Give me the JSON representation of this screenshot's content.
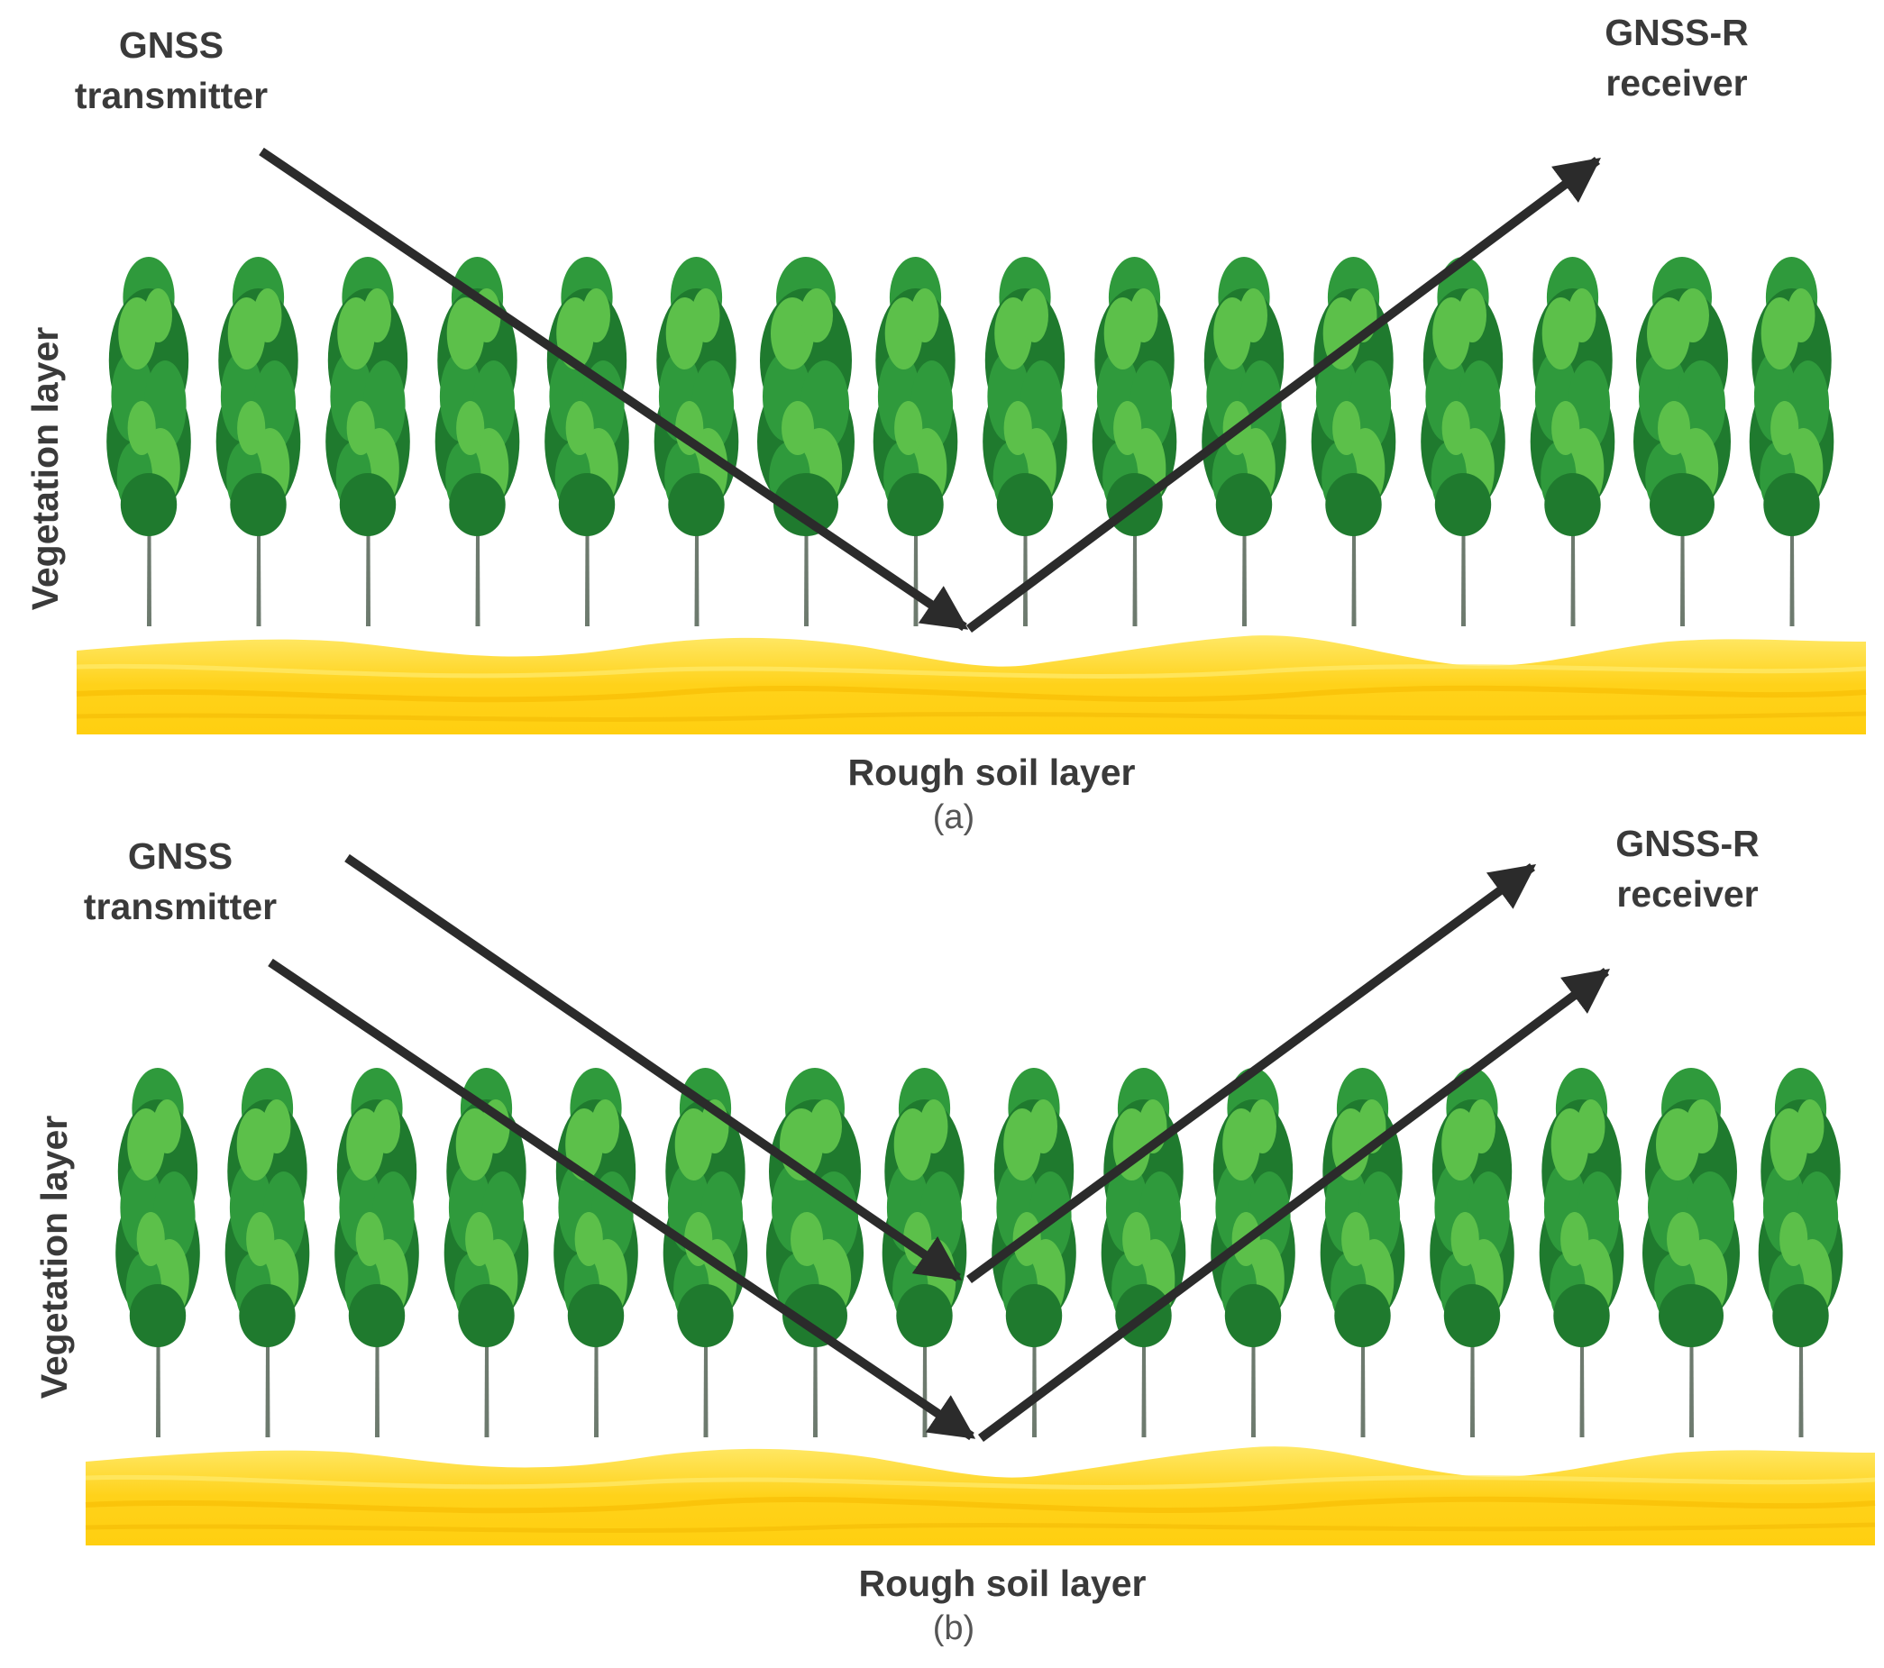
{
  "colors": {
    "foliage_dark": "#1f7a2e",
    "foliage_mid": "#2f9a3c",
    "foliage_light": "#5cc04a",
    "trunk": "#6d7a6e",
    "soil_base": "#ffd21a",
    "soil_light": "#ffe866",
    "soil_dark": "#f5b800",
    "arrow": "#2b2b2b",
    "text": "#3a3a3a"
  },
  "panel_a": {
    "transmitter_line1": "GNSS",
    "transmitter_line2": "transmitter",
    "receiver_line1": "GNSS-R",
    "receiver_line2": "receiver",
    "vegetation_label": "Vegetation layer",
    "soil_label": "Rough soil layer",
    "tag": "(a)"
  },
  "panel_b": {
    "transmitter_line1": "GNSS",
    "transmitter_line2": "transmitter",
    "receiver_line1": "GNSS-R",
    "receiver_line2": "receiver",
    "vegetation_label": "Vegetation layer",
    "soil_label": "Rough soil layer",
    "tag": "(b)"
  }
}
